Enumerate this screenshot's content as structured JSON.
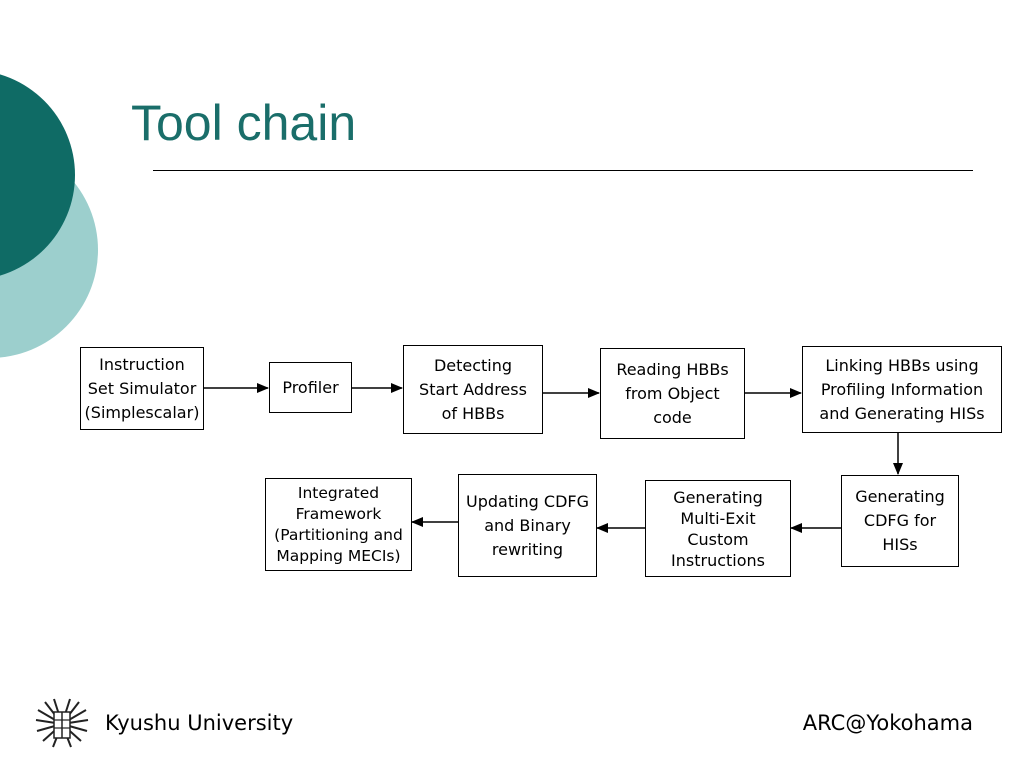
{
  "slide": {
    "title": "Tool chain"
  },
  "diagram": {
    "nodes": {
      "instruction_set_simulator": "Instruction\nSet Simulator\n(Simplescalar)",
      "profiler": "Profiler",
      "detecting_start_address": "Detecting\nStart Address\nof HBBs",
      "reading_hbbs": "Reading HBBs\nfrom Object\ncode",
      "linking_hbbs": "Linking HBBs using\nProfiling Information\nand Generating HISs",
      "generating_cdfg": "Generating\nCDFG for\nHISs",
      "generating_multi_exit": "Generating\nMulti-Exit\nCustom\nInstructions",
      "updating_cdfg": "Updating CDFG\nand Binary\nrewriting",
      "integrated_framework": "Integrated\nFramework\n(Partitioning and\nMapping MECIs)"
    }
  },
  "footer": {
    "left": "Kyushu University",
    "right": "ARC@Yokohama"
  },
  "colors": {
    "title": "#1a6e6a",
    "circle_dark": "#0f6b65",
    "circle_light": "#9ccfcd"
  }
}
